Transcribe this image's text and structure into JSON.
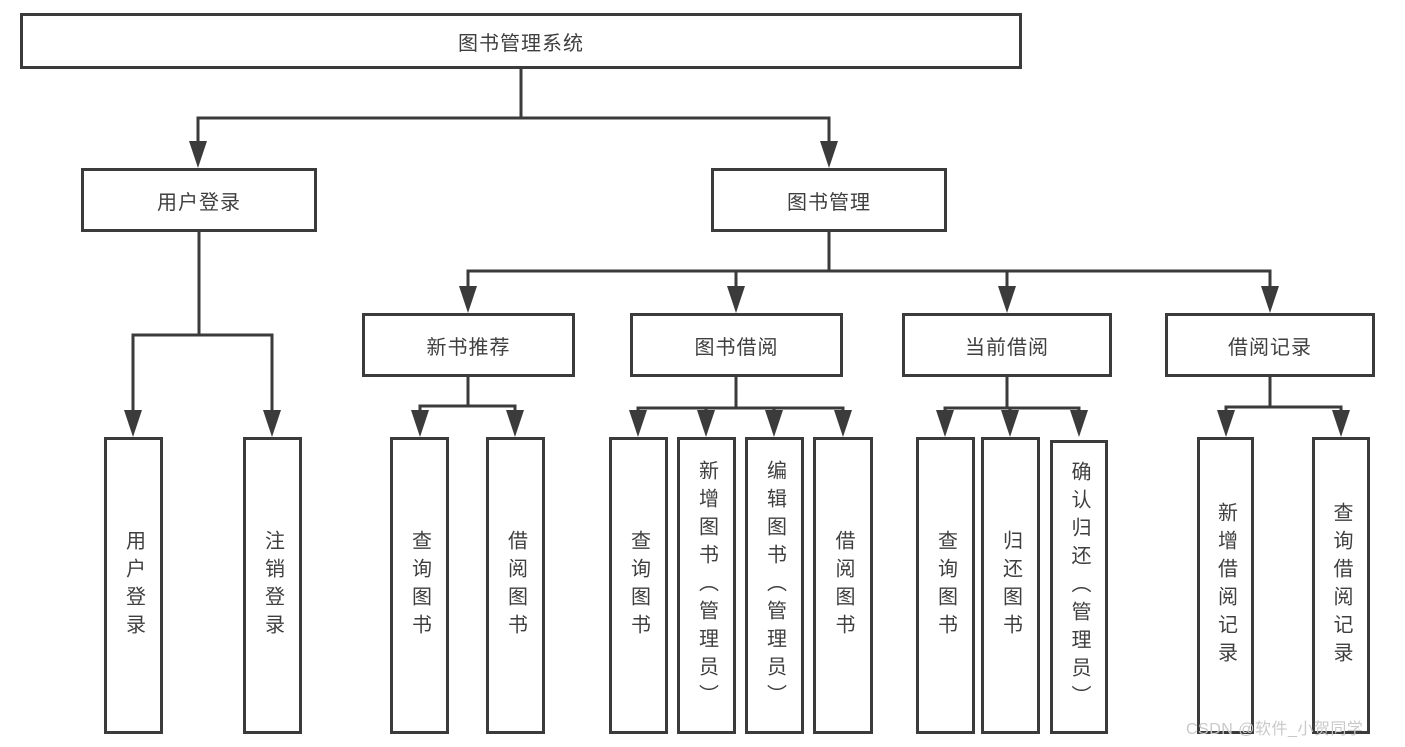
{
  "tree": {
    "label": "图书管理系统",
    "children": [
      {
        "label": "用户登录",
        "children": [
          {
            "label": "用户登录"
          },
          {
            "label": "注销登录"
          }
        ]
      },
      {
        "label": "图书管理",
        "children": [
          {
            "label": "新书推荐",
            "children": [
              {
                "label": "查询图书"
              },
              {
                "label": "借阅图书"
              }
            ]
          },
          {
            "label": "图书借阅",
            "children": [
              {
                "label": "查询图书"
              },
              {
                "label": "新增图书（管理员）"
              },
              {
                "label": "编辑图书（管理员）"
              },
              {
                "label": "借阅图书"
              }
            ]
          },
          {
            "label": "当前借阅",
            "children": [
              {
                "label": "查询图书"
              },
              {
                "label": "归还图书"
              },
              {
                "label": "确认归还（管理员）"
              }
            ]
          },
          {
            "label": "借阅记录",
            "children": [
              {
                "label": "新增借阅记录"
              },
              {
                "label": "查询借阅记录"
              }
            ]
          }
        ]
      }
    ]
  },
  "colors": {
    "line": "#3b3b3b",
    "text": "#3f3f3f",
    "watermark": "#c9c9c9"
  },
  "watermark": "CSDN @软件_小贺同学"
}
